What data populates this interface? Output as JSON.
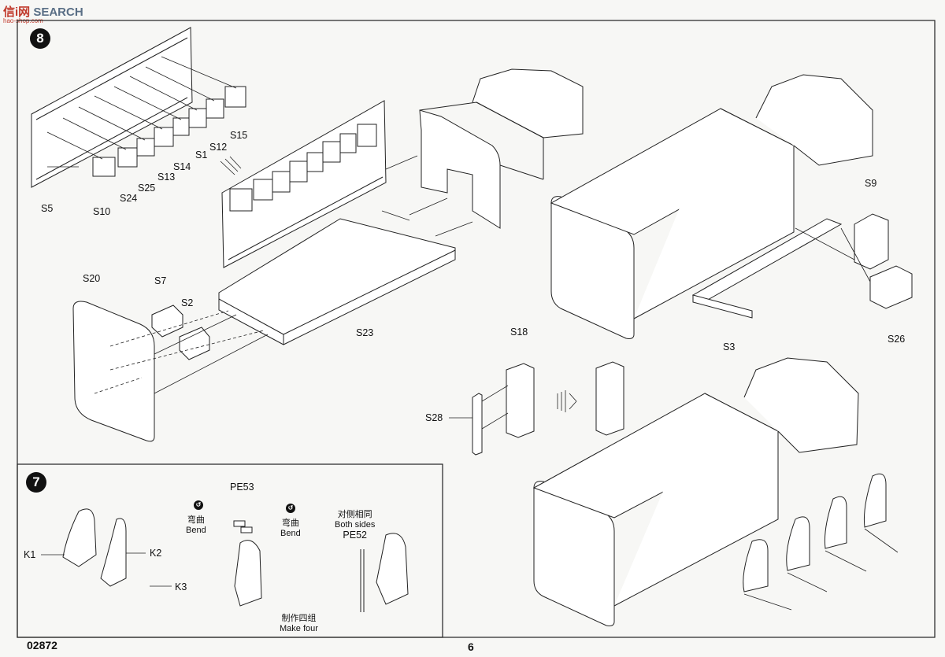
{
  "watermark": {
    "brand": "SEARCH",
    "brand_cn": "信i网",
    "site": "hao-shop.com"
  },
  "steps": {
    "main": "8",
    "seats": "7"
  },
  "parts": {
    "s1": "S1",
    "s2": "S2",
    "s3": "S3",
    "s5": "S5",
    "s7": "S7",
    "s9": "S9",
    "s10": "S10",
    "s12": "S12",
    "s13": "S13",
    "s14": "S14",
    "s15": "S15",
    "s18": "S18",
    "s20": "S20",
    "s23": "S23",
    "s24": "S24",
    "s25": "S25",
    "s26": "S26",
    "s28": "S28",
    "k1": "K1",
    "k2": "K2",
    "k3": "K3",
    "pe52": "PE52",
    "pe53": "PE53"
  },
  "notes": {
    "bend_cn": "弯曲",
    "bend_en": "Bend",
    "both_cn": "对侧相同",
    "both_en": "Both sides",
    "make_cn": "制作四组",
    "make_en": "Make four"
  },
  "footer": {
    "code": "02872",
    "page": "6"
  }
}
